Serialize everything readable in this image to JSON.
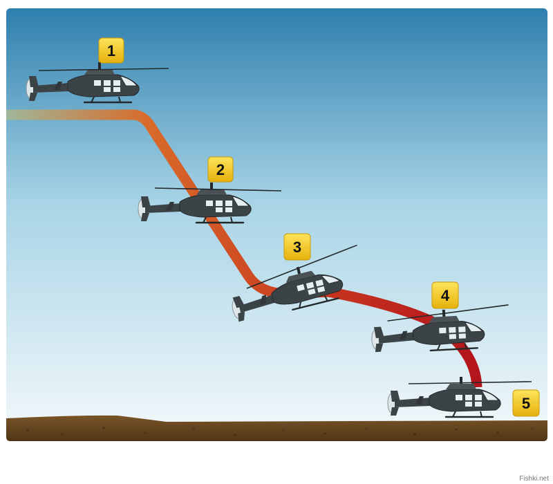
{
  "colors": {
    "sky_top": "#2e7fae",
    "sky_mid": "#a8d4e6",
    "sky_bottom": "#f4f9fb",
    "ground": "#6b4a22",
    "path_start": "#9fb89a",
    "path_mid": "#d86b2a",
    "path_end": "#b3151c",
    "badge_fill": "#f2c318",
    "helicopter_body": "#3c4347"
  },
  "steps": [
    {
      "label": "1",
      "icon": "helicopter-icon"
    },
    {
      "label": "2",
      "icon": "helicopter-icon"
    },
    {
      "label": "3",
      "icon": "helicopter-icon"
    },
    {
      "label": "4",
      "icon": "helicopter-icon"
    },
    {
      "label": "5",
      "icon": "helicopter-icon"
    }
  ],
  "watermark": "Fishki.net"
}
